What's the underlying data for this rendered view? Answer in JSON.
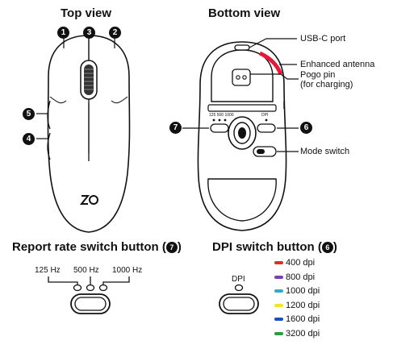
{
  "top_view": {
    "title": "Top view",
    "badges": [
      "1",
      "3",
      "2",
      "5",
      "4"
    ]
  },
  "bottom_view": {
    "title": "Bottom view",
    "callouts": {
      "usb_c": "USB-C port",
      "antenna": "Enhanced antenna",
      "pogo_line1": "Pogo pin",
      "pogo_line2": "(for charging)",
      "mode_switch": "Mode switch"
    },
    "badges": {
      "left": "7",
      "right": "6"
    },
    "rate_labels": "125 500 1000",
    "dpi_label": "DPI"
  },
  "report_rate": {
    "title": "Report rate switch button (",
    "title_badge": "7",
    "title_end": ")",
    "labels": [
      "125 Hz",
      "500 Hz",
      "1000 Hz"
    ]
  },
  "dpi_switch": {
    "title": "DPI switch button (",
    "title_badge": "6",
    "title_end": ")",
    "button_label": "DPI",
    "levels": [
      {
        "label": "400 dpi",
        "color": "#e02b2b"
      },
      {
        "label": "800 dpi",
        "color": "#7b3fb5"
      },
      {
        "label": "1000 dpi",
        "color": "#35a9c9"
      },
      {
        "label": "1200 dpi",
        "color": "#f0e52a"
      },
      {
        "label": "1600 dpi",
        "color": "#1f4fb8"
      },
      {
        "label": "3200 dpi",
        "color": "#2d9a3e"
      }
    ]
  }
}
